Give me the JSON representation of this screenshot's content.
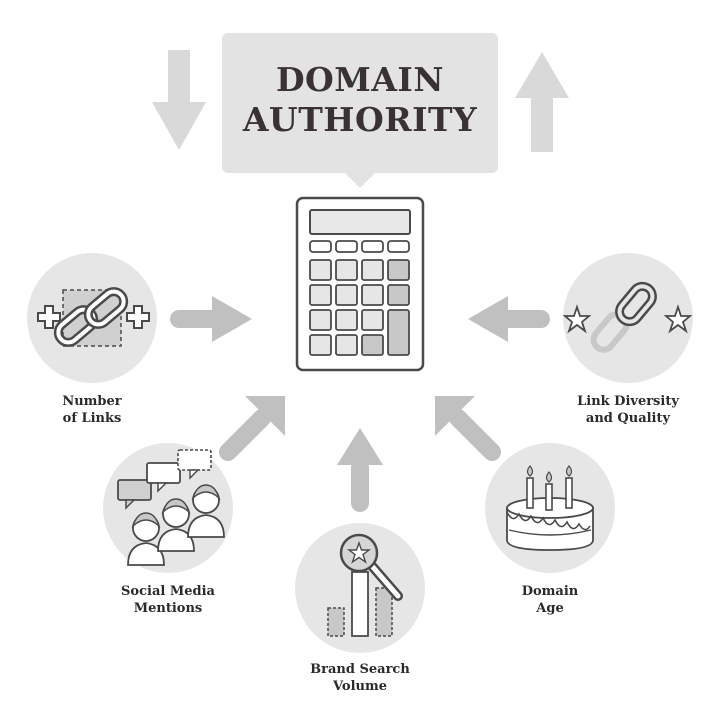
{
  "title": {
    "line1": "DOMAIN",
    "line2": "AUTHORITY"
  },
  "factors": {
    "links": {
      "line1": "Number",
      "line2": "of Links"
    },
    "diversity": {
      "line1": "Link Diversity",
      "line2": "and Quality"
    },
    "social": {
      "line1": "Social Media",
      "line2": "Mentions"
    },
    "brand": {
      "line1": "Brand Search",
      "line2": "Volume"
    },
    "age": {
      "line1": "Domain",
      "line2": "Age"
    }
  },
  "colors": {
    "light_gray": "#e6e6e6",
    "mid_gray": "#c6c6c6",
    "arrow_gray": "#bdbdbd",
    "dark_outline": "#4a4a4a",
    "text": "#2a2a2a"
  },
  "icons": [
    "arrow-down-icon",
    "arrow-up-icon",
    "calculator-icon",
    "chain-link-icon",
    "plus-icon",
    "star-icon",
    "chat-bubble-icon",
    "person-icon",
    "magnifier-star-icon",
    "bar-icon",
    "birthday-cake-icon",
    "candle-icon"
  ]
}
